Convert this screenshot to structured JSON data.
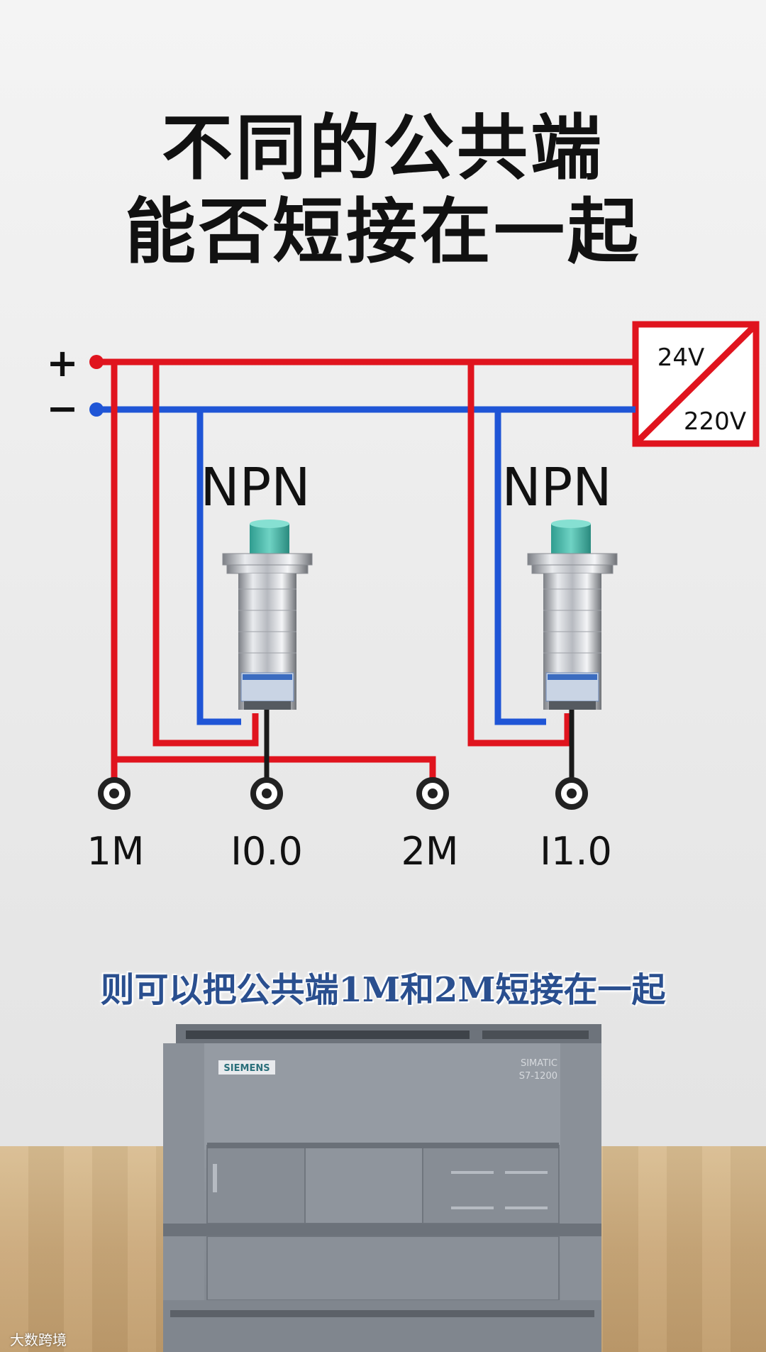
{
  "title": {
    "line1": "不同的公共端",
    "line2": "能否短接在一起"
  },
  "power": {
    "plus_symbol": "+",
    "minus_symbol": "−",
    "converter_top": "24V",
    "converter_bottom": "220V"
  },
  "sensors": [
    {
      "type_label": "NPN"
    },
    {
      "type_label": "NPN"
    }
  ],
  "terminals": [
    "1M",
    "I0.0",
    "2M",
    "I1.0"
  ],
  "caption": "则可以把公共端1M和2M短接在一起",
  "plc": {
    "brand": "SIEMENS",
    "model_line1": "SIMATIC",
    "model_line2": "S7-1200"
  },
  "watermark": "大数跨境",
  "colors": {
    "positive_wire": "#e0141e",
    "negative_wire": "#1f55d6",
    "signal_wire": "#1a1a1a",
    "caption": "#2a4f8f"
  }
}
